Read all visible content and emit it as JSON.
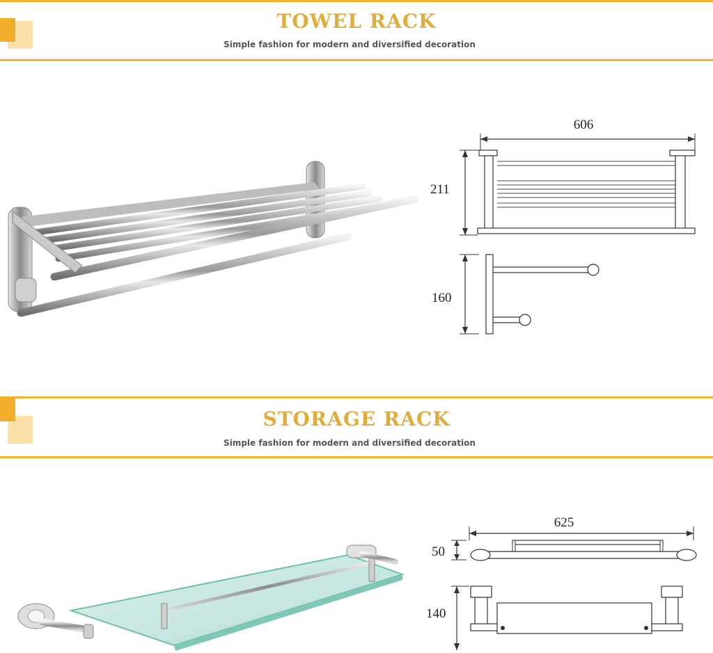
{
  "towel_rack": {
    "title": "TOWEL RACK",
    "subtitle": "Simple fashion for modern and diversified decoration",
    "dimensions": {
      "width": "606",
      "height": "211",
      "depth": "160"
    }
  },
  "storage_rack": {
    "title": "STORAGE RACK",
    "subtitle": "Simple fashion for modern and diversified decoration",
    "dimensions": {
      "width": "625",
      "height": "50",
      "depth": "140"
    }
  },
  "colors": {
    "accent": "#f0b429",
    "title": "#e0ad3c",
    "glass": "#bfe3dc"
  }
}
